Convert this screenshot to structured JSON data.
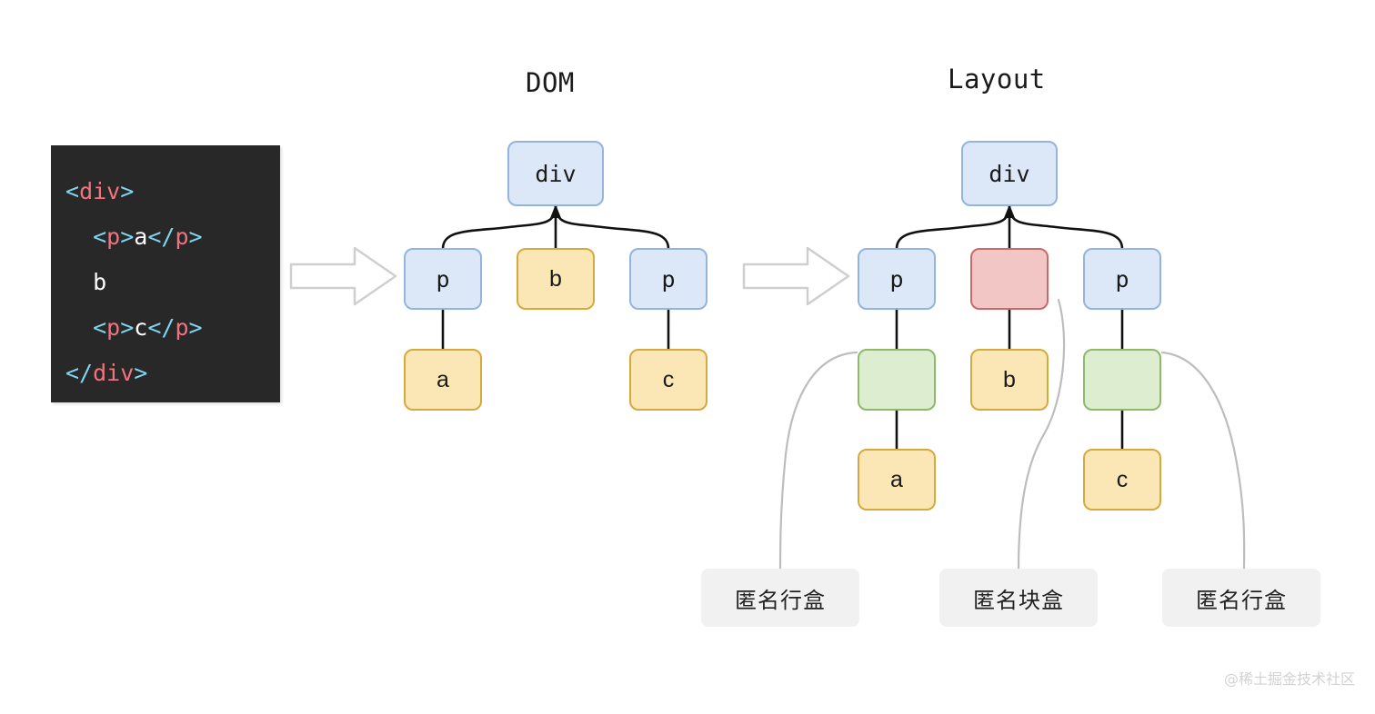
{
  "titles": {
    "dom": "DOM",
    "layout": "Layout"
  },
  "code": {
    "language": "html",
    "background": "#282828",
    "token_colors": {
      "bracket": "#7fd6f2",
      "tag": "#f0737f",
      "text": "#ffffff"
    },
    "lines": [
      {
        "indent": 0,
        "parts": [
          {
            "t": "br",
            "v": "<"
          },
          {
            "t": "tag",
            "v": "div"
          },
          {
            "t": "br",
            "v": ">"
          }
        ]
      },
      {
        "indent": 1,
        "parts": [
          {
            "t": "br",
            "v": "<"
          },
          {
            "t": "tag",
            "v": "p"
          },
          {
            "t": "br",
            "v": ">"
          },
          {
            "t": "txt",
            "v": "a"
          },
          {
            "t": "br",
            "v": "</"
          },
          {
            "t": "tag",
            "v": "p"
          },
          {
            "t": "br",
            "v": ">"
          }
        ]
      },
      {
        "indent": 1,
        "parts": [
          {
            "t": "txt",
            "v": "b"
          }
        ]
      },
      {
        "indent": 1,
        "parts": [
          {
            "t": "br",
            "v": "<"
          },
          {
            "t": "tag",
            "v": "p"
          },
          {
            "t": "br",
            "v": ">"
          },
          {
            "t": "txt",
            "v": "c"
          },
          {
            "t": "br",
            "v": "</"
          },
          {
            "t": "tag",
            "v": "p"
          },
          {
            "t": "br",
            "v": ">"
          }
        ]
      },
      {
        "indent": 0,
        "parts": [
          {
            "t": "br",
            "v": "</"
          },
          {
            "t": "tag",
            "v": "div"
          },
          {
            "t": "br",
            "v": ">"
          }
        ]
      }
    ],
    "plain_text": "<div>\n  <p>a</p>\n  b\n  <p>c</p>\n</div>"
  },
  "arrows": {
    "first_label": "arrow-code-to-dom",
    "second_label": "arrow-dom-to-layout",
    "stroke": "#cfcfcf"
  },
  "palette": {
    "blue_fill": "#dce8f8",
    "blue_border": "#93b4de",
    "yellow_fill": "#fbe7b5",
    "yellow_border": "#d6a93f",
    "red_fill": "#f3c6c6",
    "red_border": "#c96a6a",
    "green_fill": "#dcedd0",
    "green_border": "#8cb96a",
    "chip_bg": "#f1f1f1",
    "edge": "#111111",
    "leader": "#bdbdbd"
  },
  "dom_tree": {
    "nodes": [
      {
        "id": "dom-div",
        "label": "div",
        "kind": "element",
        "color": "blue",
        "font": "mono"
      },
      {
        "id": "dom-p1",
        "label": "p",
        "kind": "element",
        "color": "blue",
        "font": "mono"
      },
      {
        "id": "dom-b",
        "label": "b",
        "kind": "text",
        "color": "yellow",
        "font": "sans"
      },
      {
        "id": "dom-p2",
        "label": "p",
        "kind": "element",
        "color": "blue",
        "font": "mono"
      },
      {
        "id": "dom-a",
        "label": "a",
        "kind": "text",
        "color": "yellow",
        "font": "sans"
      },
      {
        "id": "dom-c",
        "label": "c",
        "kind": "text",
        "color": "yellow",
        "font": "sans"
      }
    ],
    "edges": [
      [
        "dom-div",
        "dom-p1"
      ],
      [
        "dom-div",
        "dom-b"
      ],
      [
        "dom-div",
        "dom-p2"
      ],
      [
        "dom-p1",
        "dom-a"
      ],
      [
        "dom-p2",
        "dom-c"
      ]
    ]
  },
  "layout_tree": {
    "nodes": [
      {
        "id": "lay-div",
        "label": "div",
        "kind": "element",
        "color": "blue",
        "font": "mono"
      },
      {
        "id": "lay-p1",
        "label": "p",
        "kind": "element",
        "color": "blue",
        "font": "mono"
      },
      {
        "id": "lay-anonblk",
        "label": "",
        "kind": "anonymous-block",
        "color": "red",
        "font": "sans"
      },
      {
        "id": "lay-p2",
        "label": "p",
        "kind": "element",
        "color": "blue",
        "font": "mono"
      },
      {
        "id": "lay-anonln1",
        "label": "",
        "kind": "anonymous-line",
        "color": "green",
        "font": "sans"
      },
      {
        "id": "lay-b",
        "label": "b",
        "kind": "text",
        "color": "yellow",
        "font": "sans"
      },
      {
        "id": "lay-anonln2",
        "label": "",
        "kind": "anonymous-line",
        "color": "green",
        "font": "sans"
      },
      {
        "id": "lay-a",
        "label": "a",
        "kind": "text",
        "color": "yellow",
        "font": "sans"
      },
      {
        "id": "lay-c",
        "label": "c",
        "kind": "text",
        "color": "yellow",
        "font": "sans"
      }
    ],
    "edges": [
      [
        "lay-div",
        "lay-p1"
      ],
      [
        "lay-div",
        "lay-anonblk"
      ],
      [
        "lay-div",
        "lay-p2"
      ],
      [
        "lay-p1",
        "lay-anonln1"
      ],
      [
        "lay-anonln1",
        "lay-a"
      ],
      [
        "lay-anonblk",
        "lay-b"
      ],
      [
        "lay-p2",
        "lay-anonln2"
      ],
      [
        "lay-anonln2",
        "lay-c"
      ]
    ]
  },
  "annotations": [
    {
      "id": "chip-left",
      "text": "匿名行盒",
      "points_to": "lay-anonln1"
    },
    {
      "id": "chip-middle",
      "text": "匿名块盒",
      "points_to": "lay-anonblk"
    },
    {
      "id": "chip-right",
      "text": "匿名行盒",
      "points_to": "lay-anonln2"
    }
  ],
  "watermark": "@稀土掘金技术社区"
}
